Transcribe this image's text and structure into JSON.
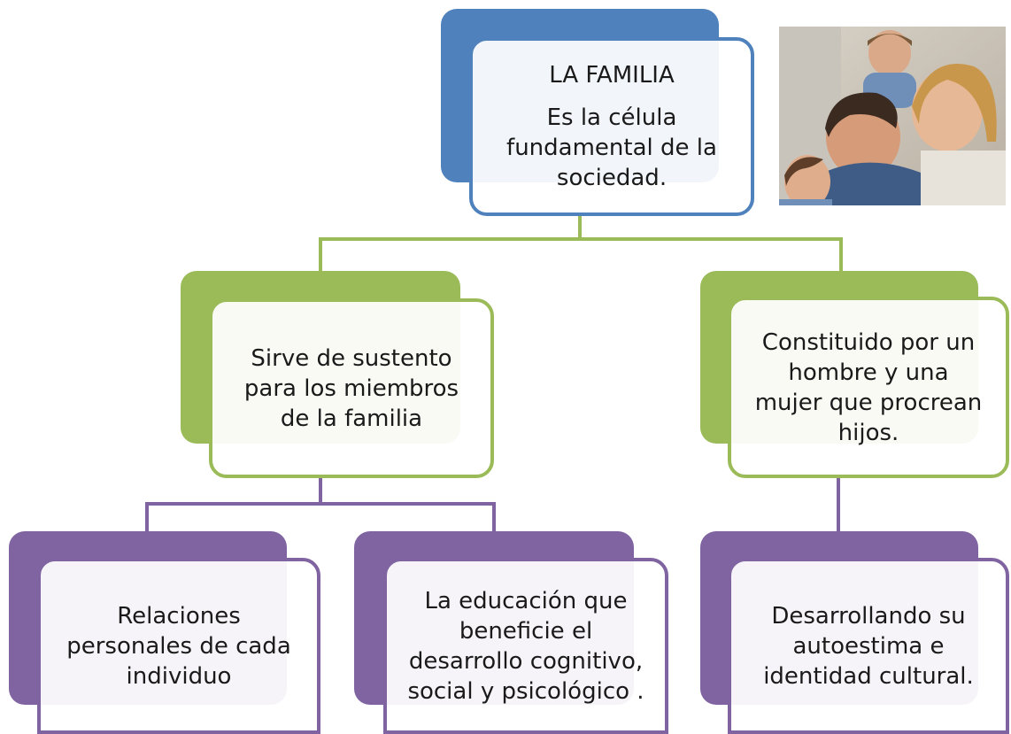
{
  "root": {
    "title": "LA FAMILIA",
    "lines": [
      "Es la célula",
      "fundamental de la",
      "sociedad."
    ]
  },
  "level2": {
    "left": [
      "Sirve de sustento",
      "para los miembros",
      "de la familia"
    ],
    "right": [
      "Constituido por un",
      "hombre y una",
      "mujer que procrean",
      "hijos."
    ]
  },
  "level3": {
    "left": [
      "Relaciones",
      "personales de cada",
      "individuo"
    ],
    "middle": [
      "La educación  que",
      "beneficie el",
      "desarrollo cognitivo,",
      "social y psicológico  ."
    ],
    "right": [
      "Desarrollando su",
      "autoestima e",
      "identidad cultural."
    ]
  },
  "colors": {
    "blue": "#4f81bd",
    "green": "#9bbb59",
    "purple": "#8064a2"
  },
  "image": {
    "icon": "family-photo"
  }
}
